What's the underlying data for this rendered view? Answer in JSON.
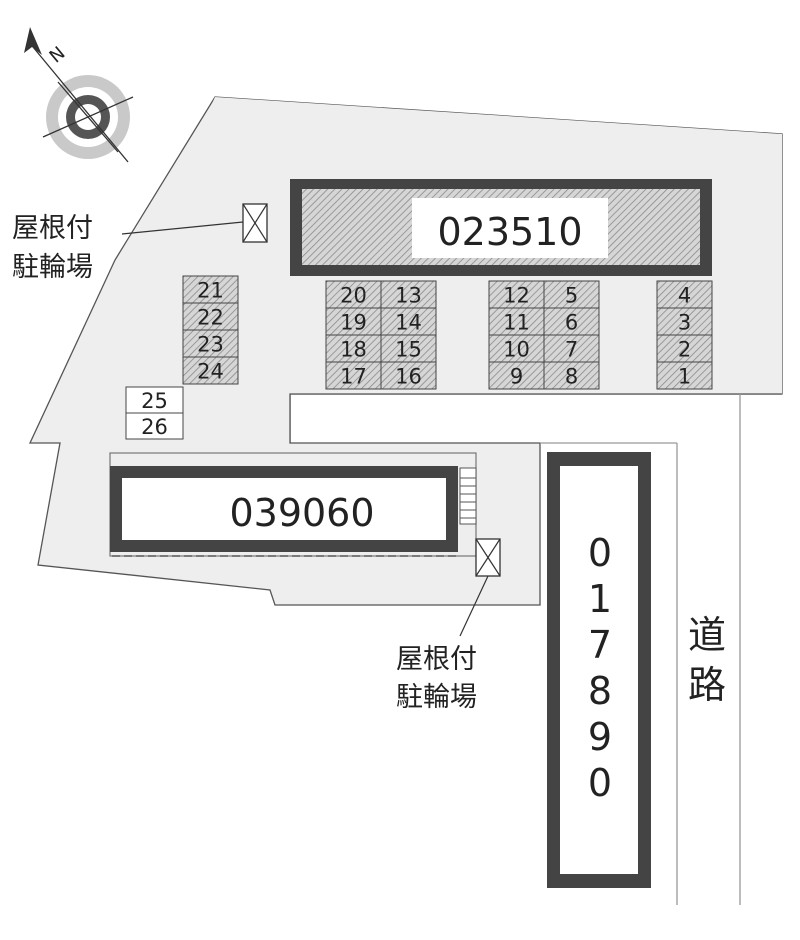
{
  "compass": {
    "north_letter": "N"
  },
  "buildings": [
    {
      "id": "023510"
    },
    {
      "id": "039060"
    },
    {
      "id": "017890"
    }
  ],
  "bike_parking": [
    {
      "line1": "屋根付",
      "line2": "駐輪場"
    },
    {
      "line1": "屋根付",
      "line2": "駐輪場"
    }
  ],
  "road": {
    "label": "道路"
  },
  "parking": {
    "group_left": {
      "left": [
        "20",
        "19",
        "18",
        "17"
      ],
      "right": [
        "13",
        "14",
        "15",
        "16"
      ]
    },
    "group_middle": {
      "left": [
        "12",
        "11",
        "10",
        "9"
      ],
      "right": [
        "5",
        "6",
        "7",
        "8"
      ]
    },
    "group_right": [
      "4",
      "3",
      "2",
      "1"
    ],
    "group_west": [
      "21",
      "22",
      "23",
      "24"
    ],
    "open_spaces": [
      "25",
      "26"
    ]
  },
  "colors": {
    "lot": "#eeeeee",
    "hatch": "#9a9a9a",
    "outline": "#333333",
    "road_line": "#999999"
  }
}
